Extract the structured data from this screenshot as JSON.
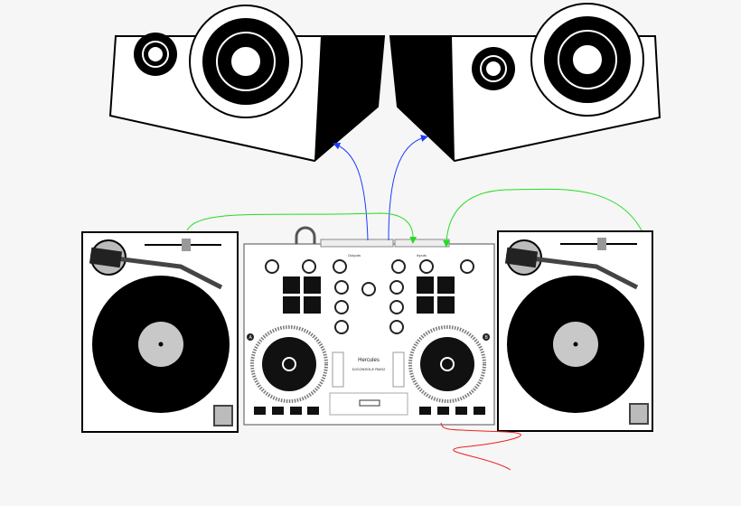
{
  "controller": {
    "brand": "Hercules",
    "model": "DJCONSOLE RMX2",
    "outputs_label": "Outputs",
    "inputs_label": "Inputs",
    "deck_a": "A",
    "deck_b": "B"
  },
  "colors": {
    "output_cable": "#1a3cff",
    "input_cable": "#22dd22",
    "power_cable": "#ee2222",
    "background": "#f6f6f6"
  }
}
